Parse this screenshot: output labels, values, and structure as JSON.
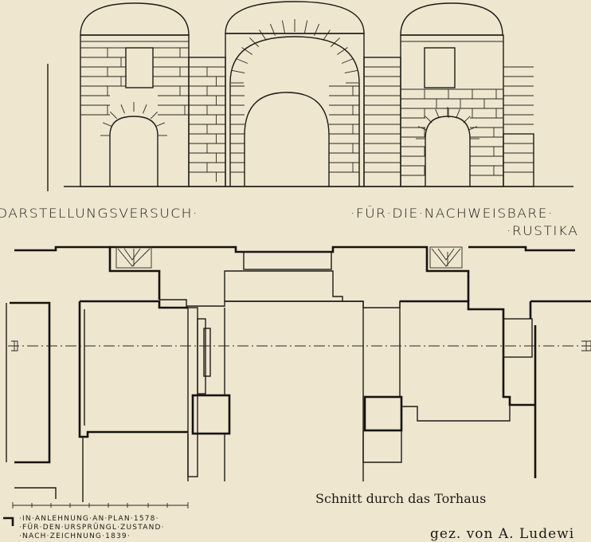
{
  "labels": {
    "elevation_left": "DARSTELLUNGSVERSUCH·",
    "elevation_right_1": "·FÜR·DIE·NACHWEISBARE·",
    "elevation_right_2": "·RUSTIKA",
    "section_title": "Schnitt durch das Torhaus",
    "signature": "gez. von A. Ludewi",
    "note_lines": [
      "·IN·ANLEHNUNG·AN·PLAN·1578·",
      "·FÜR·DEN·URSPRÜNGL·ZUSTAND·",
      "·NACH·ZEICHNUNG·1839·"
    ]
  },
  "colors": {
    "paper": "#efe6cf",
    "ink": "#1f1c18"
  }
}
